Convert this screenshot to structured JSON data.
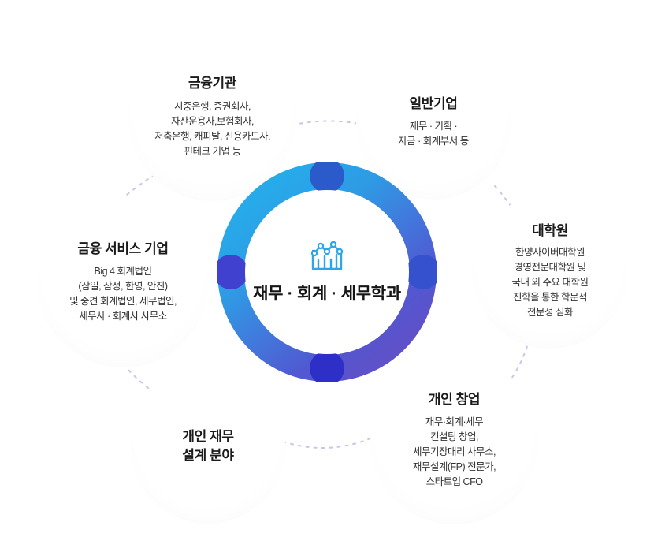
{
  "diagram": {
    "hub": {
      "title": "재무 · 회계 · 세무학과",
      "icon": "bar-chart-line-icon",
      "icon_color": "#2BA6E8",
      "ring_gradient": {
        "from": "#2EA7E8",
        "mid": "#4477DD",
        "to": "#5B54CC"
      },
      "ring_node_color": "#2B44C4"
    },
    "connector_color": "#c9c6ea",
    "nodes": [
      {
        "id": "financial-institution",
        "title": "금융기관",
        "body": "시중은행, 증권회사,\n자산운용사,보험회사,\n저축은행, 캐피탈, 신용카드사,\n핀테크 기업 등"
      },
      {
        "id": "general-company",
        "title": "일반기업",
        "body": "재무 · 기획 ·\n자금 · 회계부서 등"
      },
      {
        "id": "graduate-school",
        "title": "대학원",
        "body": "한양사이버대학원\n경영전문대학원 및\n국내 외 주요 대학원\n진학을 통한 학문적\n전문성 심화"
      },
      {
        "id": "startup",
        "title": "개인 창업",
        "body": "재무·회계·세무\n컨설팅 창업,\n세무기장대리 사무소,\n재무설계(FP) 전문가,\n스타트업 CFO"
      },
      {
        "id": "personal-finance",
        "title": "개인 재무\n설계 분야",
        "body": ""
      },
      {
        "id": "finance-service",
        "title": "금융 서비스 기업",
        "body": "Big 4 회계법인\n(삼일, 삼정, 한영, 안진)\n및 중견 회계법인, 세무법인,\n세무사 · 회계사 사무소"
      }
    ]
  }
}
